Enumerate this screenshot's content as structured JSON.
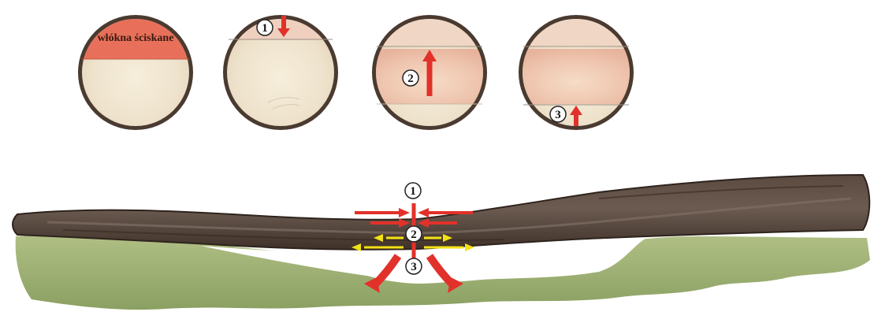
{
  "panel1_label": "włókna ściskane",
  "markers": [
    "1",
    "2",
    "3"
  ],
  "colors": {
    "bark": "#4a3a30",
    "wood": "#efe4d0",
    "compressed": "#e8705a",
    "arrow_red": "#e2312a",
    "arrow_yellow": "#f4e215",
    "ground": "#8fa55c"
  }
}
